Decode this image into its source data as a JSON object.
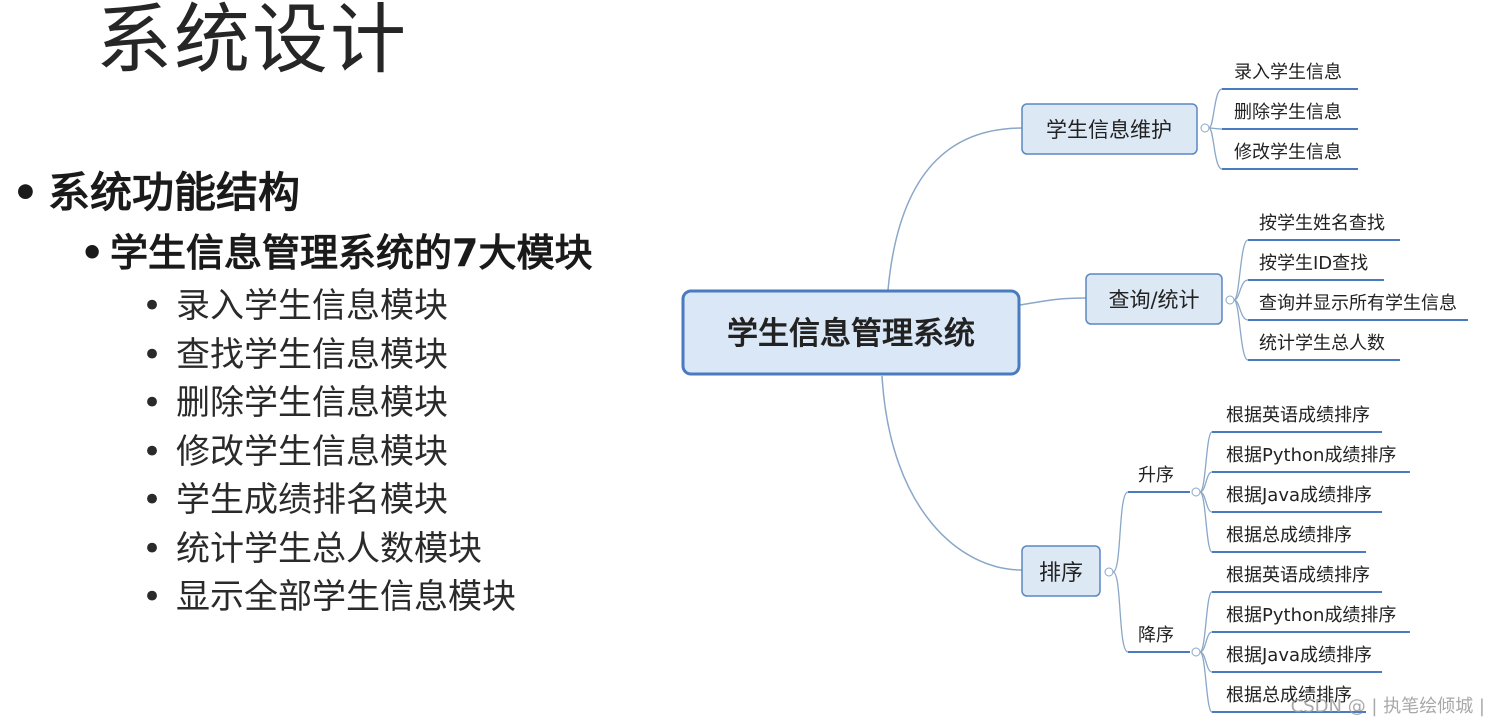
{
  "slide": {
    "title": "系统设计",
    "bullet1": "系统功能结构",
    "bullet2": "学生信息管理系统的7大模块",
    "modules": [
      "录入学生信息模块",
      "查找学生信息模块",
      "删除学生信息模块",
      "修改学生信息模块",
      "学生成绩排名模块",
      "统计学生总人数模块",
      "显示全部学生信息模块"
    ],
    "bullet_glyph": "•"
  },
  "mindmap": {
    "root": "学生信息管理系统",
    "branches": [
      {
        "label": "学生信息维护",
        "children": [
          "录入学生信息",
          "删除学生信息",
          "修改学生信息"
        ]
      },
      {
        "label": "查询/统计",
        "children": [
          "按学生姓名查找",
          "按学生ID查找",
          "查询并显示所有学生信息",
          "统计学生总人数"
        ]
      },
      {
        "label": "排序",
        "groups": [
          {
            "label": "升序",
            "children": [
              "根据英语成绩排序",
              "根据Python成绩排序",
              "根据Java成绩排序",
              "根据总成绩排序"
            ]
          },
          {
            "label": "降序",
            "children": [
              "根据英语成绩排序",
              "根据Python成绩排序",
              "根据Java成绩排序",
              "根据总成绩排序"
            ]
          }
        ]
      }
    ]
  },
  "watermark": "CSDN @ | 执笔绘倾城 |",
  "colors": {
    "node_fill": "#dde8f5",
    "node_border": "#5b87c2",
    "root_fill": "#dae7f6",
    "root_border": "#4a7bbf",
    "line": "#8aa7c8",
    "underline": "#4a7bbf"
  }
}
